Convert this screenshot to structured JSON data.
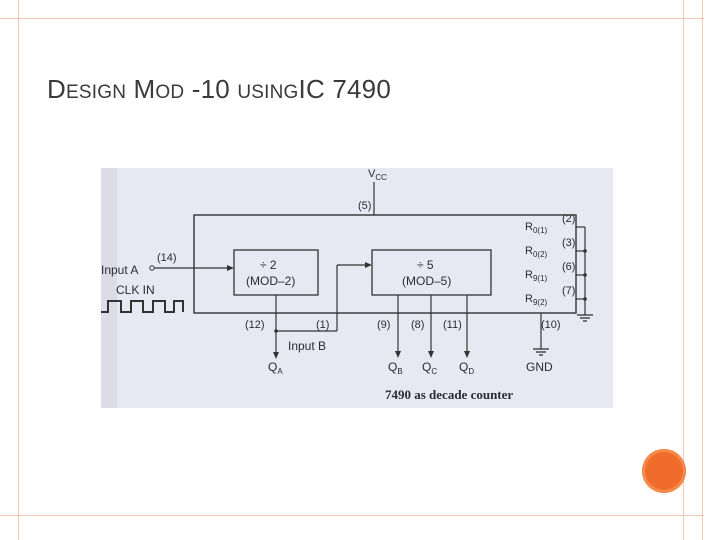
{
  "slide": {
    "title_parts": {
      "d": "D",
      "esign": "ESIGN",
      "m": " M",
      "od": "OD",
      "num": " -10 ",
      "using": "USING",
      "ic": "IC 7490"
    }
  },
  "diagram": {
    "vcc": "V",
    "vcc_sub": "CC",
    "pin_vcc": "(5)",
    "pin_input_a": "(14)",
    "input_a": "Input A",
    "clk_in": "CLK IN",
    "div2_top": "÷ 2",
    "div2_bottom": "(MOD–2)",
    "div5_top": "÷ 5",
    "div5_bottom": "(MOD–5)",
    "pin_12": "(12)",
    "pin_1": "(1)",
    "pin_9": "(9)",
    "pin_8": "(8)",
    "pin_11": "(11)",
    "pin_10": "(10)",
    "input_b": "Input B",
    "qa": "Q",
    "qa_sub": "A",
    "qb": "Q",
    "qb_sub": "B",
    "qc": "Q",
    "qc_sub": "C",
    "qd": "Q",
    "qd_sub": "D",
    "gnd": "GND",
    "r01": "R",
    "r01_sub": "0(1)",
    "r02": "R",
    "r02_sub": "0(2)",
    "r91": "R",
    "r91_sub": "9(1)",
    "r92": "R",
    "r92_sub": "9(2)",
    "pin_2": "(2)",
    "pin_3": "(3)",
    "pin_6": "(6)",
    "pin_7": "(7)",
    "caption": "7490 as decade counter"
  },
  "colors": {
    "accent_orange": "#f06c2a",
    "frame_line": "#f0c9b4",
    "figure_bg": "#e8e8f3"
  }
}
